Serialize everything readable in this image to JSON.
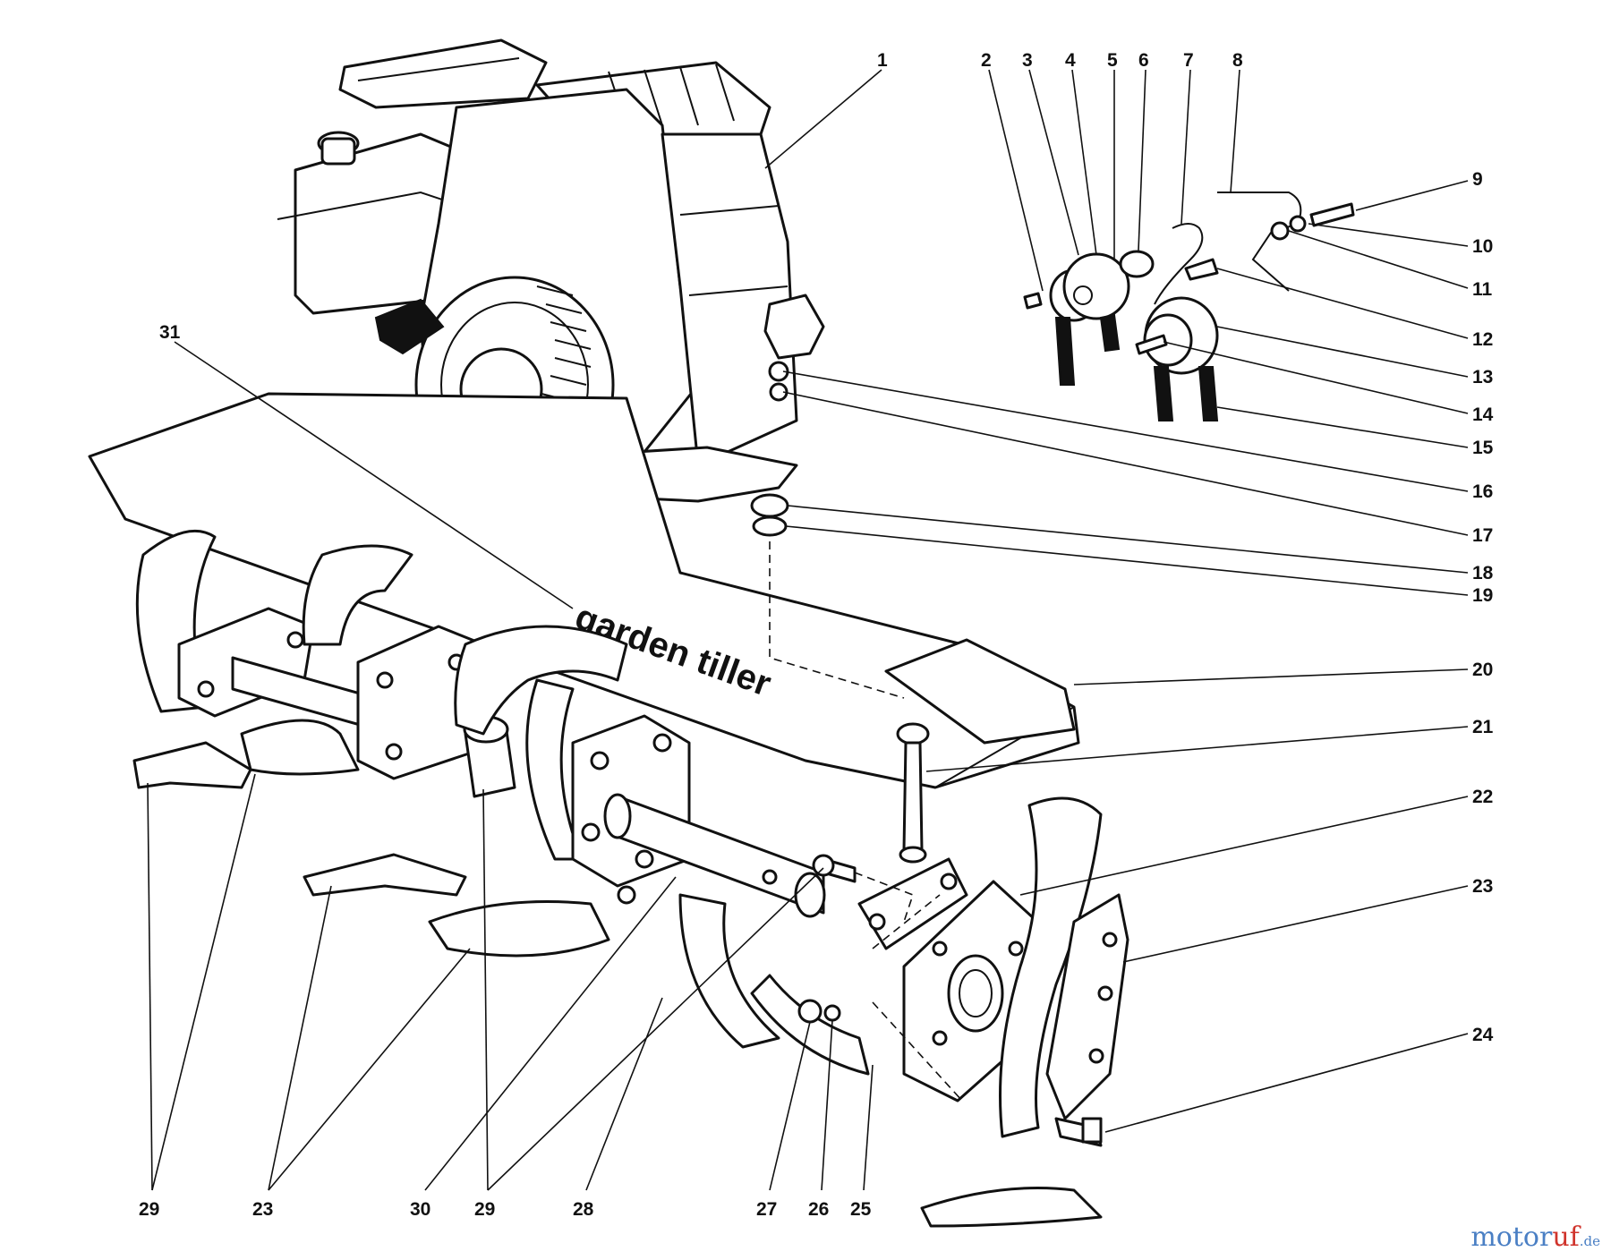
{
  "diagram": {
    "shield_label": "garden tiller",
    "callouts": [
      {
        "id": "c1",
        "text": "1"
      },
      {
        "id": "c2",
        "text": "2"
      },
      {
        "id": "c3",
        "text": "3"
      },
      {
        "id": "c4",
        "text": "4"
      },
      {
        "id": "c5",
        "text": "5"
      },
      {
        "id": "c6",
        "text": "6"
      },
      {
        "id": "c7",
        "text": "7"
      },
      {
        "id": "c8",
        "text": "8"
      },
      {
        "id": "c9",
        "text": "9"
      },
      {
        "id": "c10",
        "text": "10"
      },
      {
        "id": "c11",
        "text": "11"
      },
      {
        "id": "c12",
        "text": "12"
      },
      {
        "id": "c13",
        "text": "13"
      },
      {
        "id": "c14",
        "text": "14"
      },
      {
        "id": "c15",
        "text": "15"
      },
      {
        "id": "c16",
        "text": "16"
      },
      {
        "id": "c17",
        "text": "17"
      },
      {
        "id": "c18",
        "text": "18"
      },
      {
        "id": "c19",
        "text": "19"
      },
      {
        "id": "c20",
        "text": "20"
      },
      {
        "id": "c21",
        "text": "21"
      },
      {
        "id": "c22",
        "text": "22"
      },
      {
        "id": "c23r",
        "text": "23"
      },
      {
        "id": "c24",
        "text": "24"
      },
      {
        "id": "c25",
        "text": "25"
      },
      {
        "id": "c26",
        "text": "26"
      },
      {
        "id": "c27",
        "text": "27"
      },
      {
        "id": "c28",
        "text": "28"
      },
      {
        "id": "c29a",
        "text": "29"
      },
      {
        "id": "c30",
        "text": "30"
      },
      {
        "id": "c23b",
        "text": "23"
      },
      {
        "id": "c29b",
        "text": "29"
      },
      {
        "id": "c31",
        "text": "31"
      }
    ]
  },
  "watermark": {
    "brand_main": "motor",
    "brand_accent": "uf",
    "brand_tld": ".de"
  }
}
